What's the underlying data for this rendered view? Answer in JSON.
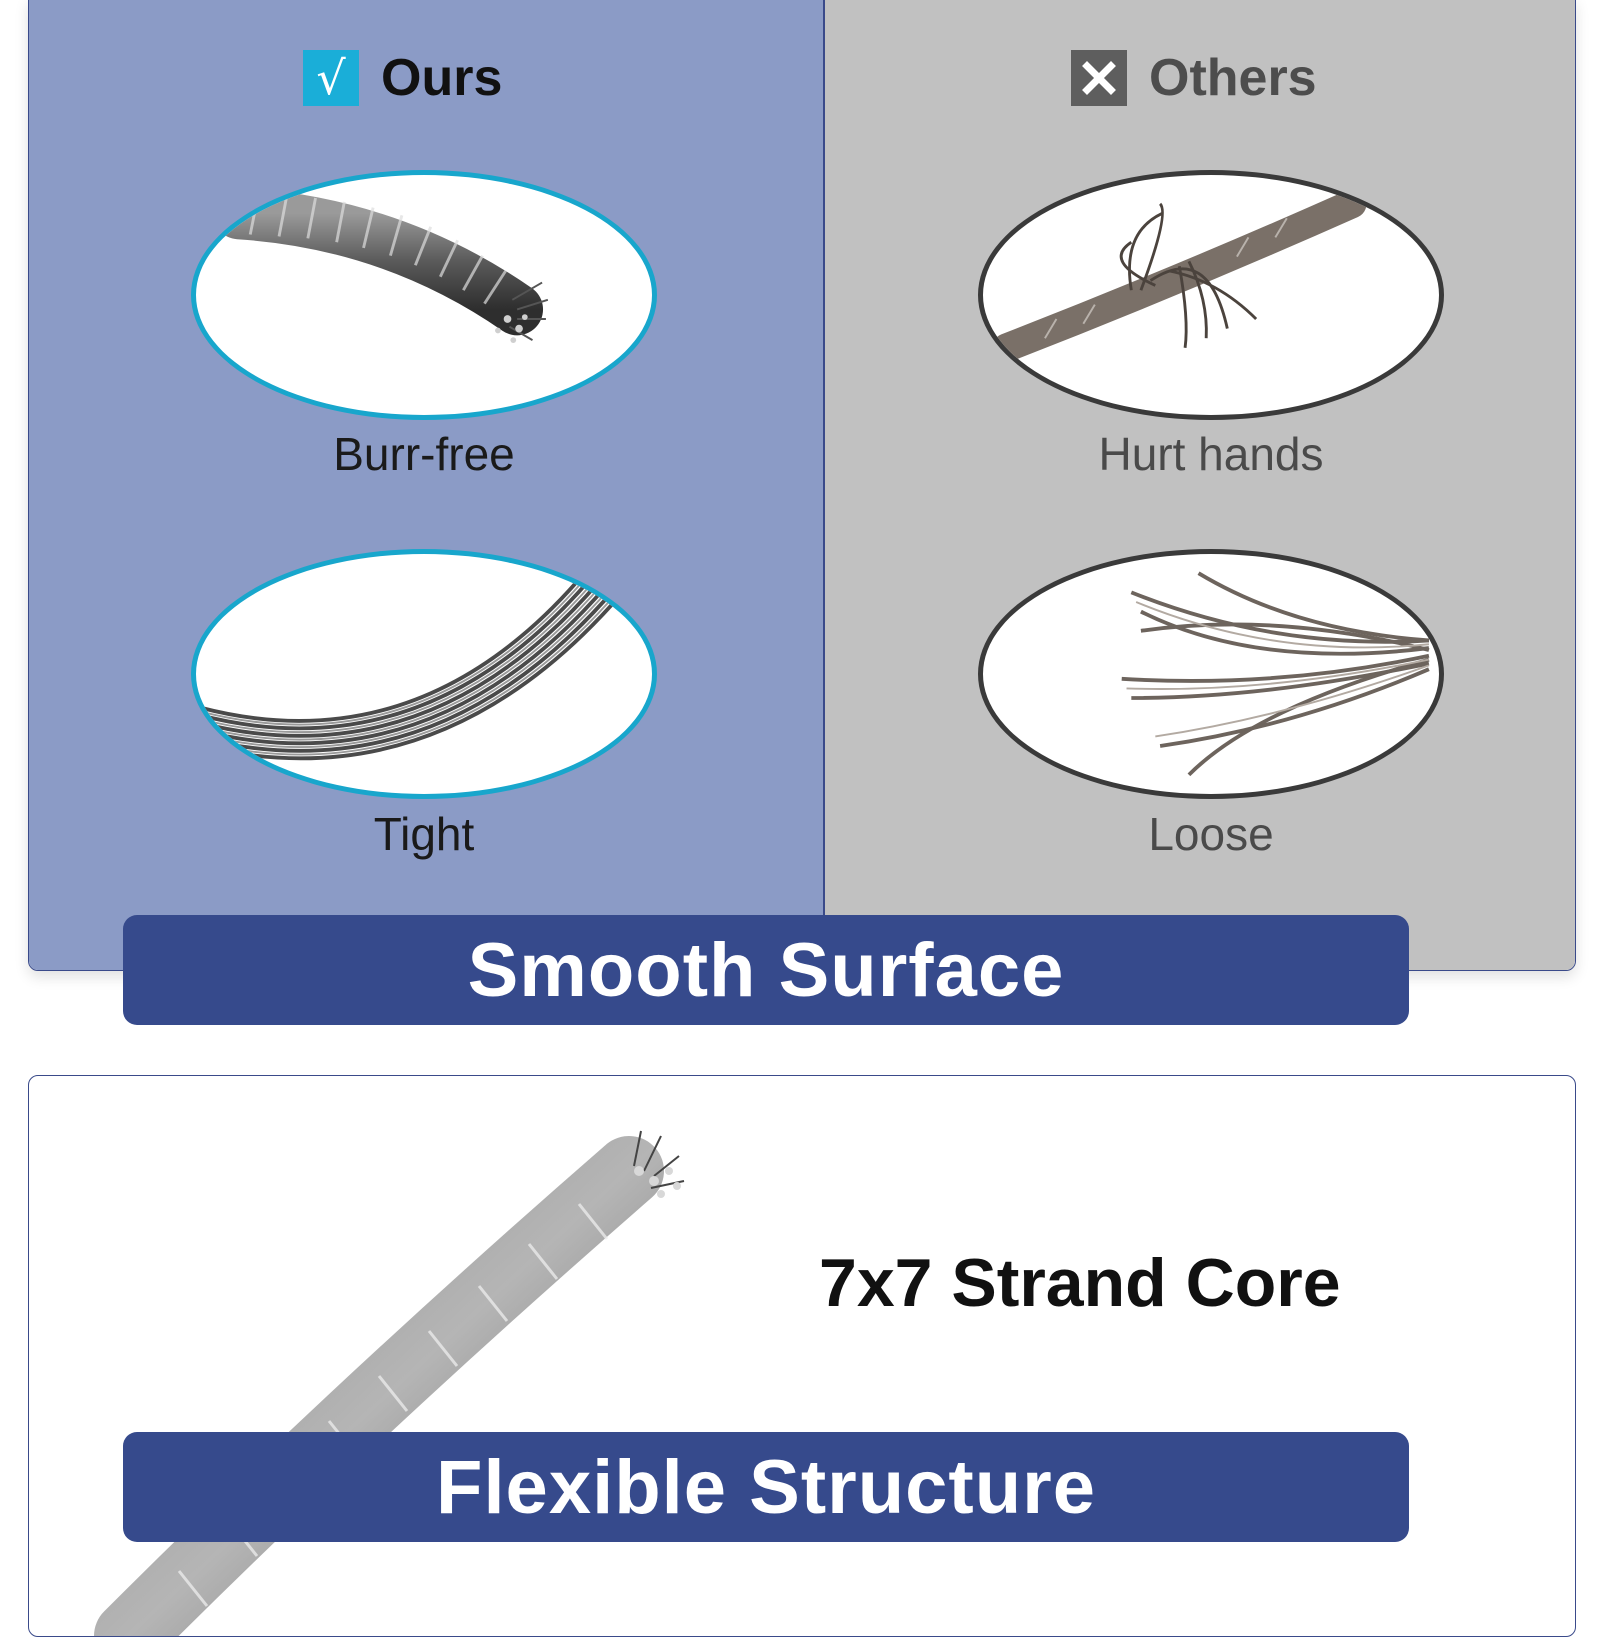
{
  "comparison": {
    "ours": {
      "label": "Ours",
      "mark_icon": "checkmark-icon",
      "mark_glyph": "√",
      "items": [
        {
          "caption": "Burr-free"
        },
        {
          "caption": "Tight"
        }
      ]
    },
    "others": {
      "label": "Others",
      "mark_icon": "cross-icon",
      "items": [
        {
          "caption": "Hurt hands"
        },
        {
          "caption": "Loose"
        }
      ]
    },
    "banner": "Smooth Surface"
  },
  "structure": {
    "title": "7x7 Strand Core",
    "banner": "Flexible Structure"
  },
  "colors": {
    "ours_bg": "#8b9bc6",
    "others_bg": "#c1c1c1",
    "accent_cyan": "#1aaed8",
    "banner_blue": "#364a8c"
  }
}
